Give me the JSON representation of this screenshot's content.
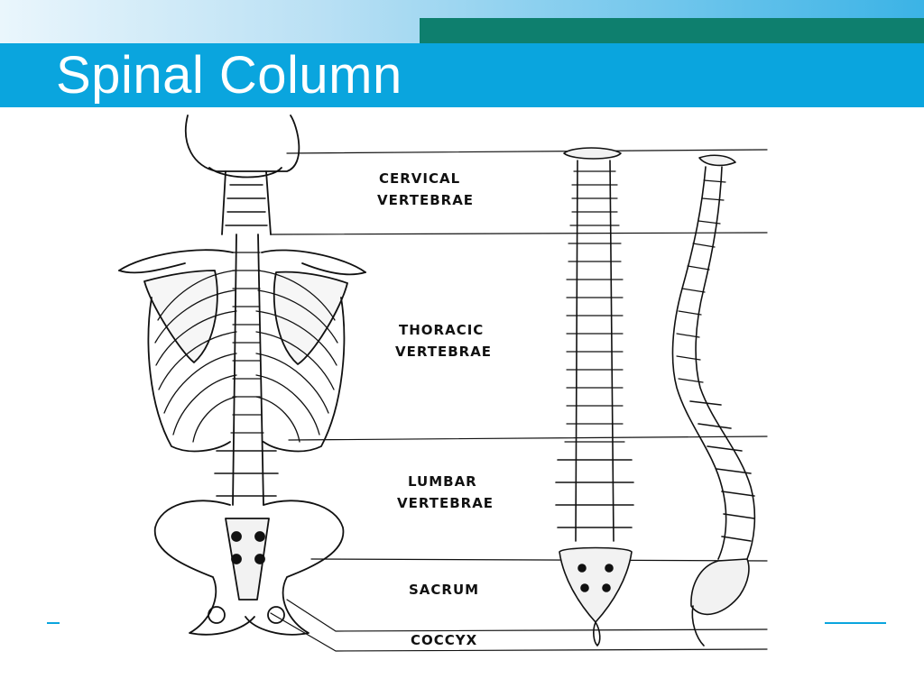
{
  "slide": {
    "title": "Spinal Column"
  },
  "figure": {
    "labels": {
      "cervical_line1": "CERVICAL",
      "cervical_line2": "VERTEBRAE",
      "thoracic_line1": "THORACIC",
      "thoracic_line2": "VERTEBRAE",
      "lumbar_line1": "LUMBAR",
      "lumbar_line2": "VERTEBRAE",
      "sacrum": "SACRUM",
      "coccyx": "COCCYX"
    }
  },
  "colors": {
    "title_bar": "#0aa5de",
    "accent_green": "#0e7f6e",
    "title_text": "#ffffff",
    "line_art": "#111111"
  }
}
